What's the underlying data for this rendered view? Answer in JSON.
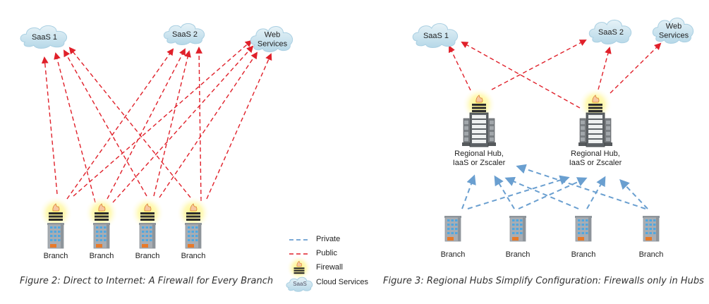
{
  "figure2": {
    "caption": "Figure 2: Direct to Internet: A Firewall for Every Branch",
    "clouds": [
      {
        "id": "saas1",
        "label_lines": [
          "SaaS 1"
        ]
      },
      {
        "id": "saas2",
        "label_lines": [
          "SaaS 2"
        ]
      },
      {
        "id": "web",
        "label_lines": [
          "Web",
          "Services"
        ]
      }
    ],
    "branches": [
      {
        "label": "Branch",
        "firewall": true
      },
      {
        "label": "Branch",
        "firewall": true
      },
      {
        "label": "Branch",
        "firewall": true
      },
      {
        "label": "Branch",
        "firewall": true
      }
    ],
    "links": [
      {
        "from": "branch0",
        "to": "saas1",
        "type": "public"
      },
      {
        "from": "branch0",
        "to": "saas2",
        "type": "public"
      },
      {
        "from": "branch0",
        "to": "web",
        "type": "public"
      },
      {
        "from": "branch1",
        "to": "saas1",
        "type": "public"
      },
      {
        "from": "branch1",
        "to": "saas2",
        "type": "public"
      },
      {
        "from": "branch1",
        "to": "web",
        "type": "public"
      },
      {
        "from": "branch2",
        "to": "saas1",
        "type": "public"
      },
      {
        "from": "branch2",
        "to": "saas2",
        "type": "public"
      },
      {
        "from": "branch2",
        "to": "web",
        "type": "public"
      },
      {
        "from": "branch3",
        "to": "saas1",
        "type": "public"
      },
      {
        "from": "branch3",
        "to": "saas2",
        "type": "public"
      },
      {
        "from": "branch3",
        "to": "web",
        "type": "public"
      }
    ]
  },
  "figure3": {
    "caption": "Figure 3: Regional Hubs Simplify Configuration: Firewalls only in Hubs",
    "clouds": [
      {
        "id": "saas1",
        "label_lines": [
          "SaaS 1"
        ]
      },
      {
        "id": "saas2",
        "label_lines": [
          "SaaS 2"
        ]
      },
      {
        "id": "web",
        "label_lines": [
          "Web",
          "Services"
        ]
      }
    ],
    "hubs": [
      {
        "label_lines": [
          "Regional Hub,",
          "IaaS or Zscaler"
        ],
        "firewall": true
      },
      {
        "label_lines": [
          "Regional Hub,",
          "IaaS or Zscaler"
        ],
        "firewall": true
      }
    ],
    "branches": [
      {
        "label": "Branch",
        "firewall": false
      },
      {
        "label": "Branch",
        "firewall": false
      },
      {
        "label": "Branch",
        "firewall": false
      },
      {
        "label": "Branch",
        "firewall": false
      }
    ],
    "links": [
      {
        "from": "hub0",
        "to": "saas1",
        "type": "public"
      },
      {
        "from": "hub0",
        "to": "saas2",
        "type": "public"
      },
      {
        "from": "hub1",
        "to": "saas1",
        "type": "public"
      },
      {
        "from": "hub1",
        "to": "saas2",
        "type": "public"
      },
      {
        "from": "hub1",
        "to": "web",
        "type": "public"
      },
      {
        "from": "branch0",
        "to": "hub0",
        "type": "private"
      },
      {
        "from": "branch0",
        "to": "hub1",
        "type": "private"
      },
      {
        "from": "branch1",
        "to": "hub0",
        "type": "private"
      },
      {
        "from": "branch1",
        "to": "hub1",
        "type": "private"
      },
      {
        "from": "branch2",
        "to": "hub0",
        "type": "private"
      },
      {
        "from": "branch2",
        "to": "hub1",
        "type": "private"
      },
      {
        "from": "branch3",
        "to": "hub0",
        "type": "private"
      },
      {
        "from": "branch3",
        "to": "hub1",
        "type": "private"
      }
    ]
  },
  "legend": {
    "items": [
      {
        "key": "private",
        "label": "Private"
      },
      {
        "key": "public",
        "label": "Public"
      },
      {
        "key": "firewall",
        "label": "Firewall"
      },
      {
        "key": "cloud",
        "label": "Cloud Services",
        "icon_text": "SaaS"
      }
    ]
  },
  "colors": {
    "public": "#e0202a",
    "private": "#6a9fd0",
    "cloud_fill": "#cde5f0",
    "cloud_edge": "#a9cfe2",
    "firewall_glow": "#fff36a",
    "building": "#a8adb3",
    "window": "#4fa7e0",
    "door": "#e87a2a"
  }
}
